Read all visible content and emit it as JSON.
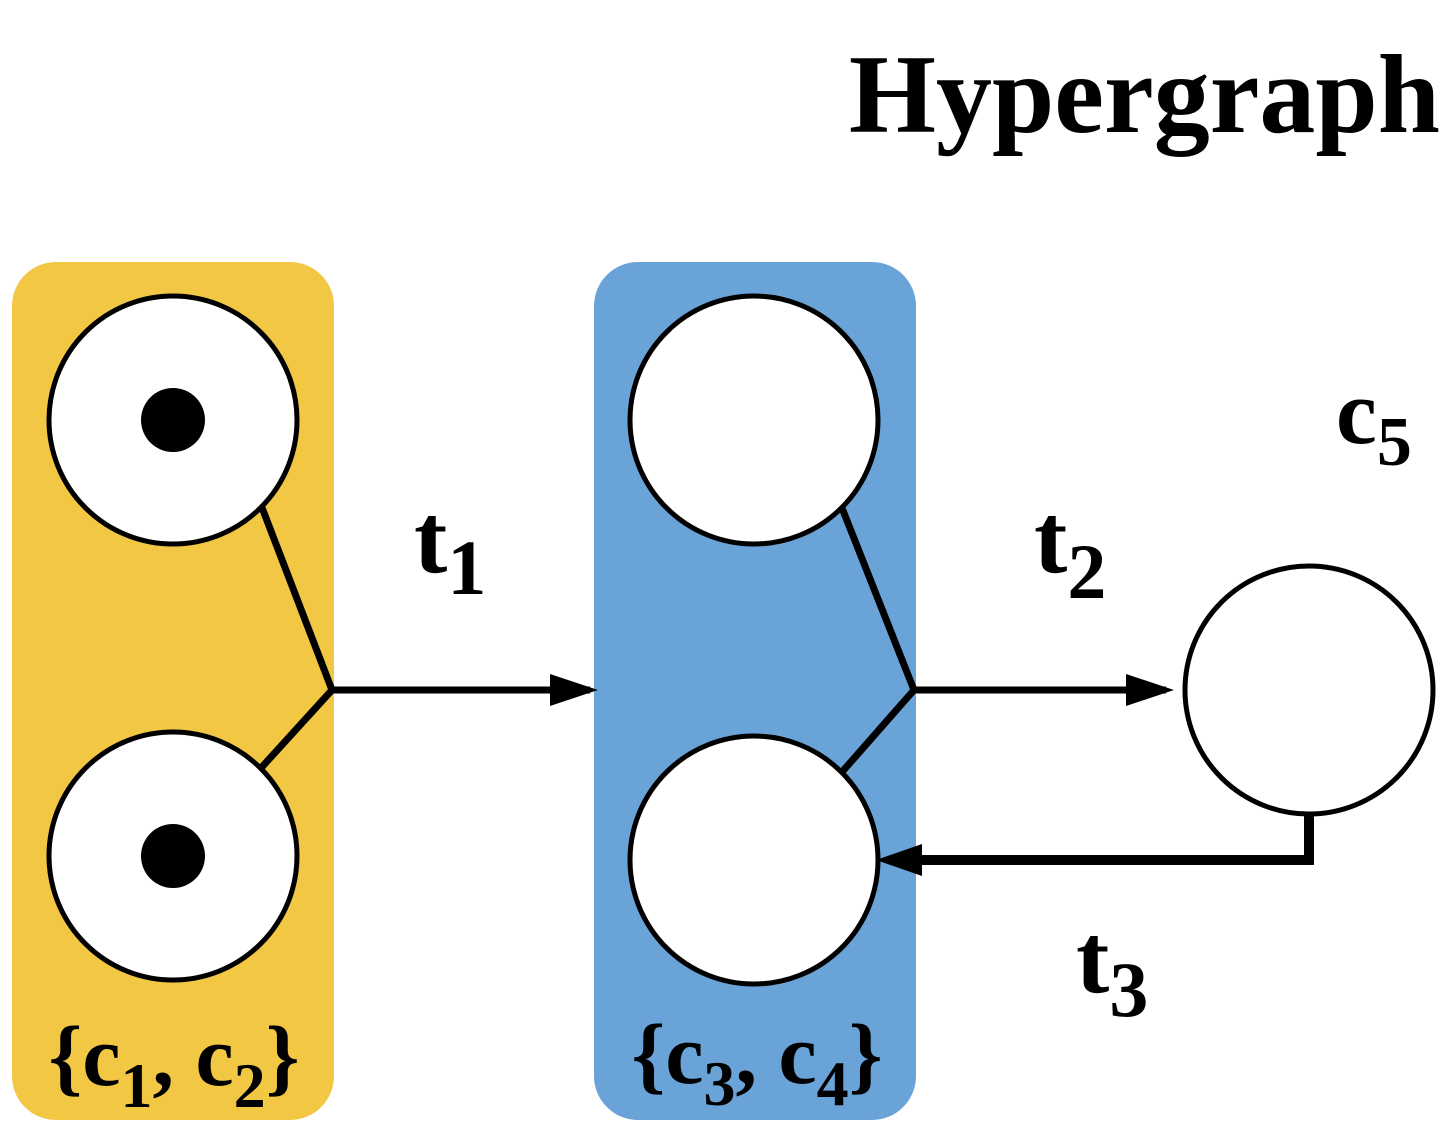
{
  "title": "Hypergraph",
  "colors": {
    "group1_fill": "#f2c744",
    "group2_fill": "#6aa3d8",
    "stroke": "#000000",
    "place_fill": "#ffffff"
  },
  "groups": [
    {
      "label_open": "{c",
      "sub_a": "1",
      "mid": ", c",
      "sub_b": "2",
      "label_close": "}"
    },
    {
      "label_open": "{c",
      "sub_a": "3",
      "mid": ", c",
      "sub_b": "4",
      "label_close": "}"
    }
  ],
  "places": [
    {
      "id": "c1",
      "tokens": 1
    },
    {
      "id": "c2",
      "tokens": 1
    },
    {
      "id": "c3",
      "tokens": 0
    },
    {
      "id": "c4",
      "tokens": 0
    },
    {
      "id": "c5",
      "tokens": 0
    }
  ],
  "place_c5_label": {
    "base": "c",
    "sub": "5"
  },
  "transitions": [
    {
      "base": "t",
      "sub": "1"
    },
    {
      "base": "t",
      "sub": "2"
    },
    {
      "base": "t",
      "sub": "3"
    }
  ]
}
